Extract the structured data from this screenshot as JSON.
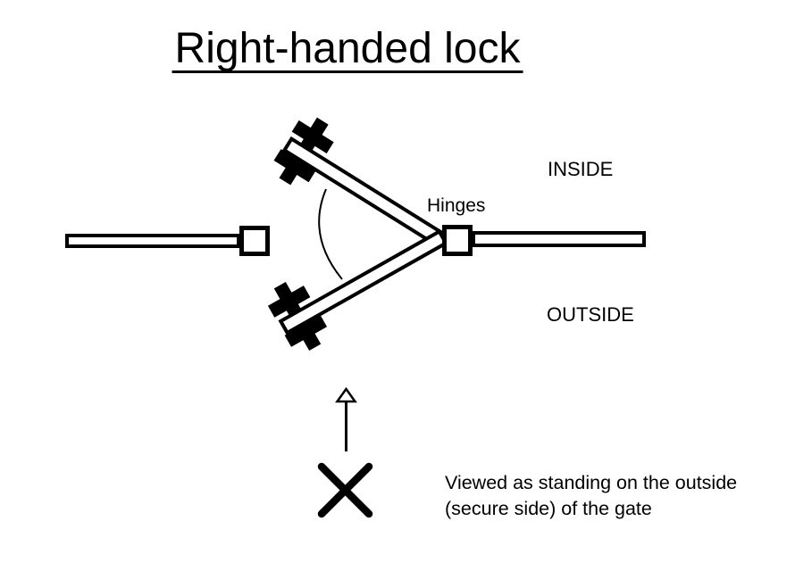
{
  "title": "Right-handed lock",
  "labels": {
    "hinges": "Hinges",
    "inside": "INSIDE",
    "outside": "OUTSIDE"
  },
  "caption": {
    "line1": "Viewed as standing on the outside",
    "line2": "(secure side) of the gate"
  },
  "colors": {
    "ink": "#000000",
    "background": "#ffffff",
    "gate_fill": "#ffffff"
  },
  "icons": {
    "viewer_direction": "up-arrow-icon",
    "viewer_position": "x-mark-icon",
    "swing_path": "arc"
  }
}
